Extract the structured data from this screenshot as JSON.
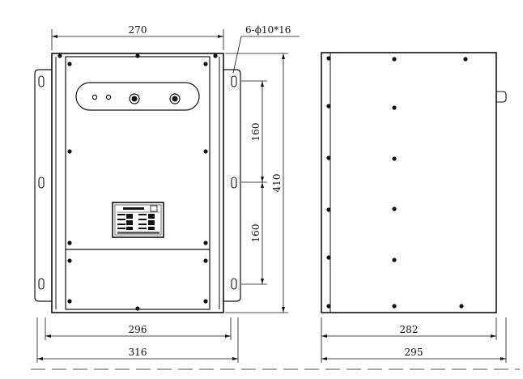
{
  "dimensions": {
    "top_width": "270",
    "hole_callout": "6-ϕ10*16",
    "hole_spacing_upper": "160",
    "hole_spacing_lower": "160",
    "total_height": "410",
    "inner_width": "296",
    "outer_width": "316",
    "side_inner_depth": "282",
    "side_outer_depth": "295"
  }
}
